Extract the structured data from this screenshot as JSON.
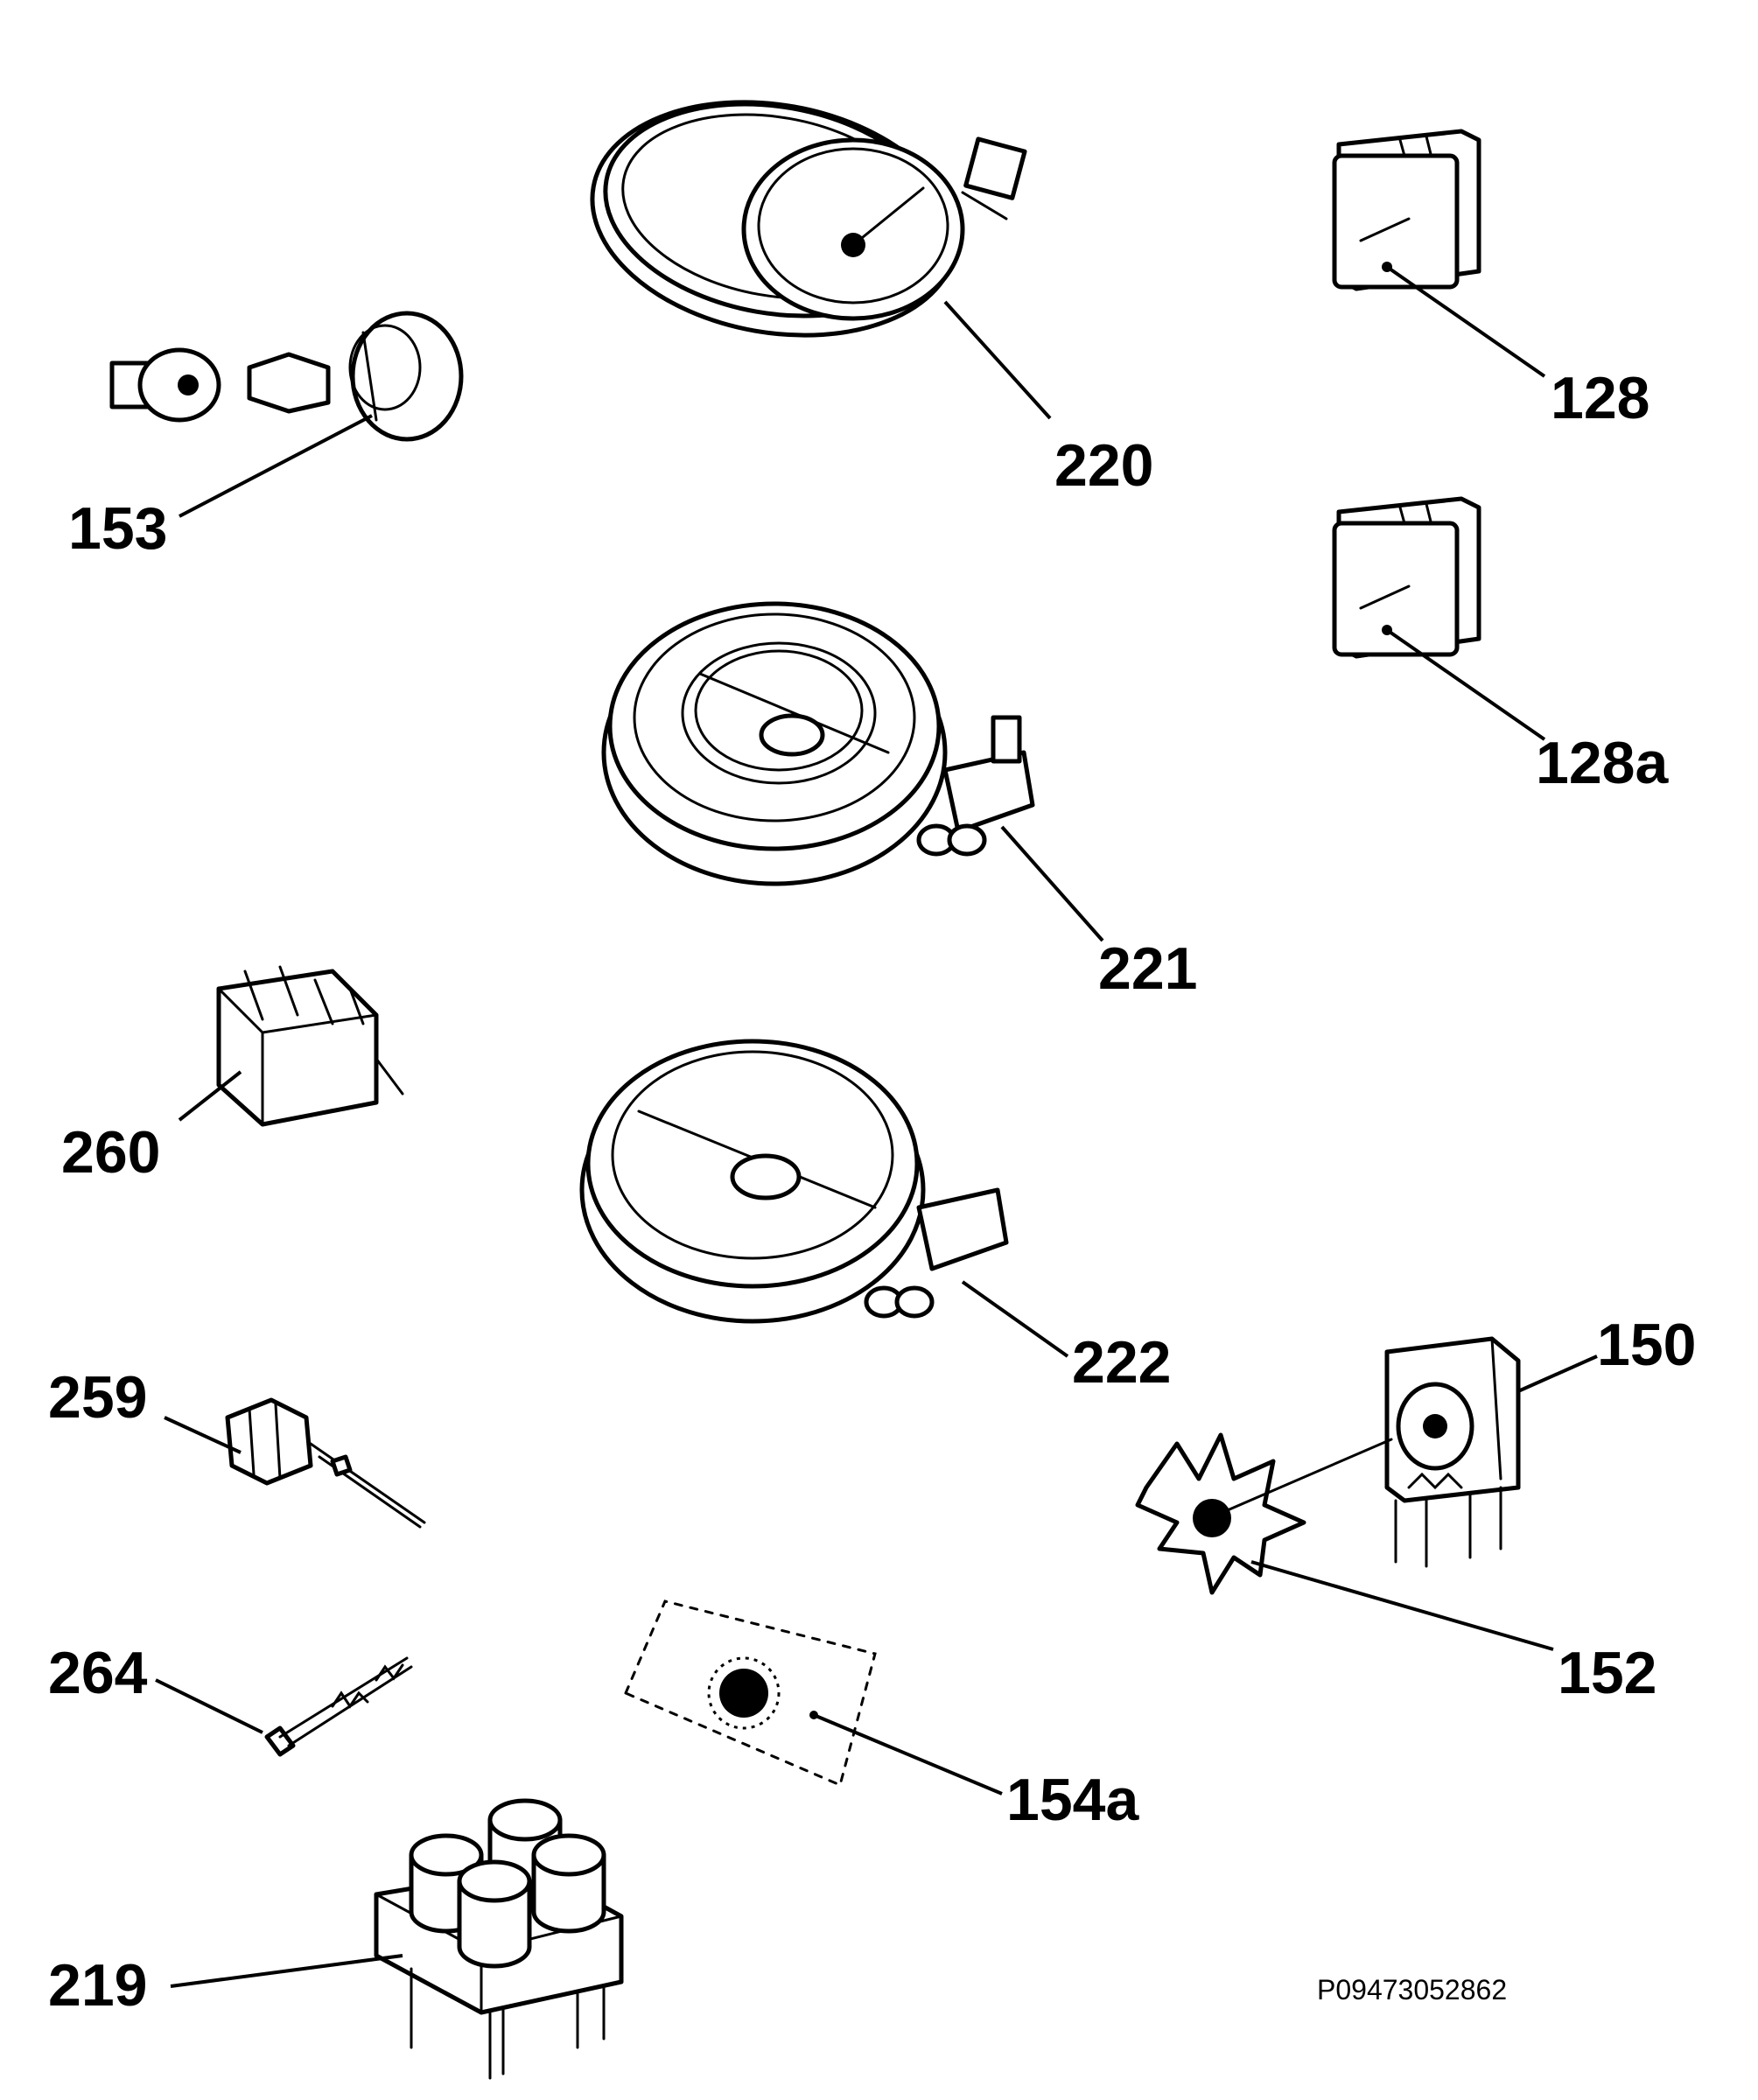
{
  "figure": {
    "reference_code": "P09473052862",
    "parts": [
      {
        "id": "part-220",
        "label": "220",
        "icon": "oval-dual-cooking-zone-icon"
      },
      {
        "id": "part-128",
        "label": "128",
        "icon": "energy-regulator-icon"
      },
      {
        "id": "part-128a",
        "label": "128a",
        "icon": "energy-regulator-icon"
      },
      {
        "id": "part-153",
        "label": "153",
        "icon": "control-knob-icon"
      },
      {
        "id": "part-221",
        "label": "221",
        "icon": "dual-round-cooking-zone-icon"
      },
      {
        "id": "part-260",
        "label": "260",
        "icon": "selector-switch-icon"
      },
      {
        "id": "part-222",
        "label": "222",
        "icon": "round-cooking-zone-icon"
      },
      {
        "id": "part-150",
        "label": "150",
        "icon": "fan-motor-icon"
      },
      {
        "id": "part-259",
        "label": "259",
        "icon": "thermostat-icon"
      },
      {
        "id": "part-152",
        "label": "152",
        "icon": "fan-blade-icon"
      },
      {
        "id": "part-264",
        "label": "264",
        "icon": "switch-pin-icon"
      },
      {
        "id": "part-154a",
        "label": "154a",
        "icon": "fan-cover-icon"
      },
      {
        "id": "part-219",
        "label": "219",
        "icon": "capacitor-block-icon"
      }
    ]
  }
}
